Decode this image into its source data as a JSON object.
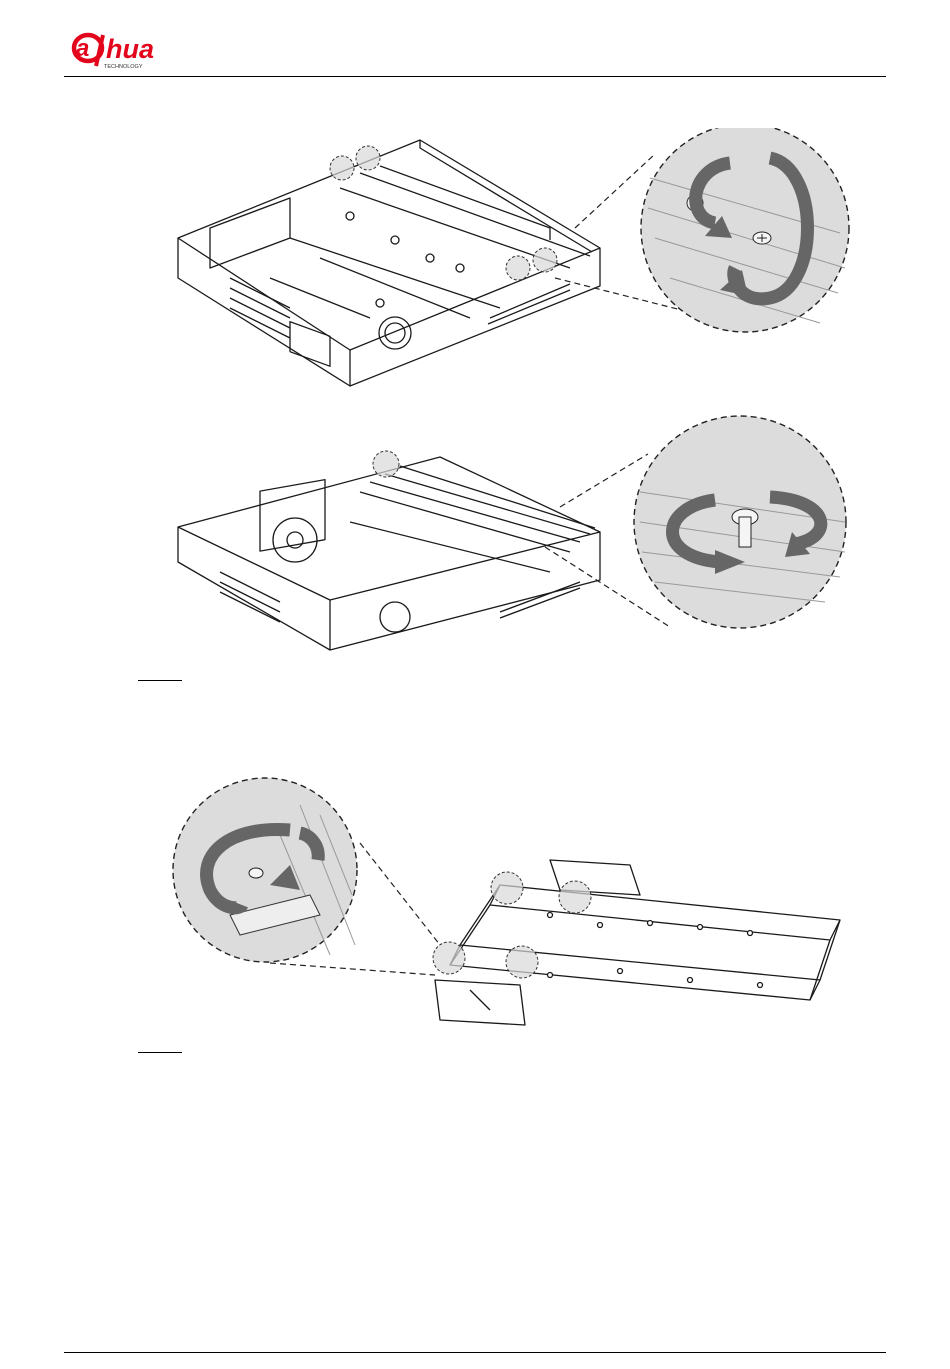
{
  "header": {
    "brand_logo": "dahua-technology-logo",
    "brand_color": "#e3051b"
  },
  "figures": [
    {
      "id": "fig-remove-chassis-screws",
      "icon": "screw-rotate-counterclockwise"
    },
    {
      "id": "fig-remove-hdd-bracket-screw",
      "icon": "screw-rotate-counterclockwise"
    },
    {
      "id": "fig-remove-bracket-side-screws",
      "icon": "screw-rotate-counterclockwise"
    }
  ],
  "colors": {
    "line": "#1a1a1a",
    "zoom_fill": "#d9d9d9",
    "arrow": "#555555"
  }
}
